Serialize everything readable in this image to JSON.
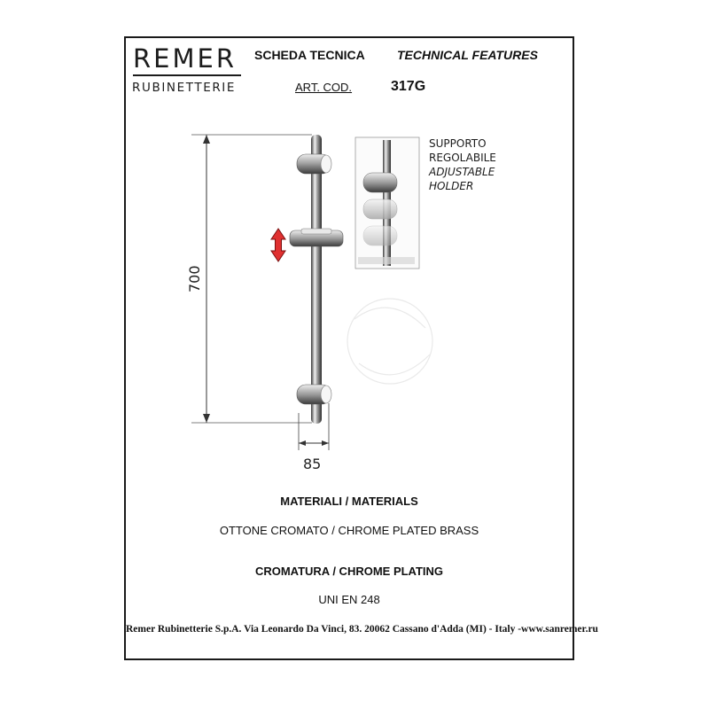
{
  "brand": {
    "name": "REMER",
    "subtitle": "RUBINETTERIE"
  },
  "header": {
    "title_it": "SCHEDA TECNICA",
    "title_en": "TECHNICAL FEATURES",
    "art_label": "ART. COD.",
    "art_code": "317G"
  },
  "drawing": {
    "height_dim": "700",
    "width_dim": "85",
    "callout": {
      "line1": "SUPPORTO",
      "line2": "REGOLABILE",
      "line3": "ADJUSTABLE",
      "line4": "HOLDER"
    }
  },
  "specs": {
    "materials_title": "MATERIALI / MATERIALS",
    "materials_value": "OTTONE CROMATO / CHROME PLATED BRASS",
    "plating_title": "CROMATURA / CHROME PLATING",
    "plating_value": "UNI EN 248"
  },
  "footer": {
    "text": "Remer Rubinetterie S.p.A. Via Leonardo Da Vinci, 83. 20062 Cassano d'Adda (MI) - Italy -www.sanremer.ru"
  },
  "colors": {
    "arrow": "#e03030",
    "chrome_dark": "#5a5a5a",
    "chrome_light": "#d8d8d8"
  }
}
